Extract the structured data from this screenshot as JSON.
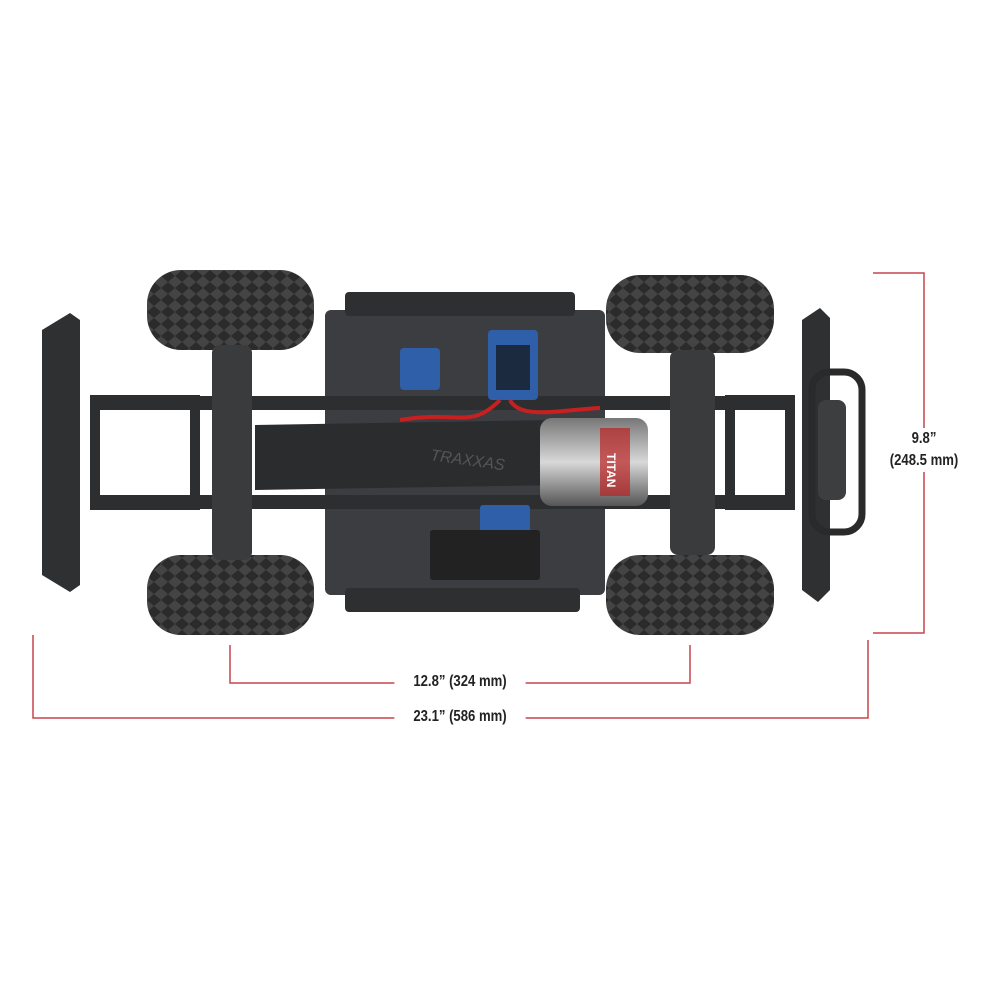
{
  "dimensions": {
    "width": "9.8”",
    "width_mm": "(248.5 mm)",
    "wheelbase": "12.8” (324 mm)",
    "length": "23.1” (586 mm)"
  },
  "colors": {
    "dimension_line": "#c8454b",
    "chassis": "#3a3b3d",
    "tire": "#2a2a2a",
    "electronics": "#2f5fa8"
  },
  "logos": {
    "skid_plate": "TRAXXAS",
    "motor": "TITAN"
  }
}
